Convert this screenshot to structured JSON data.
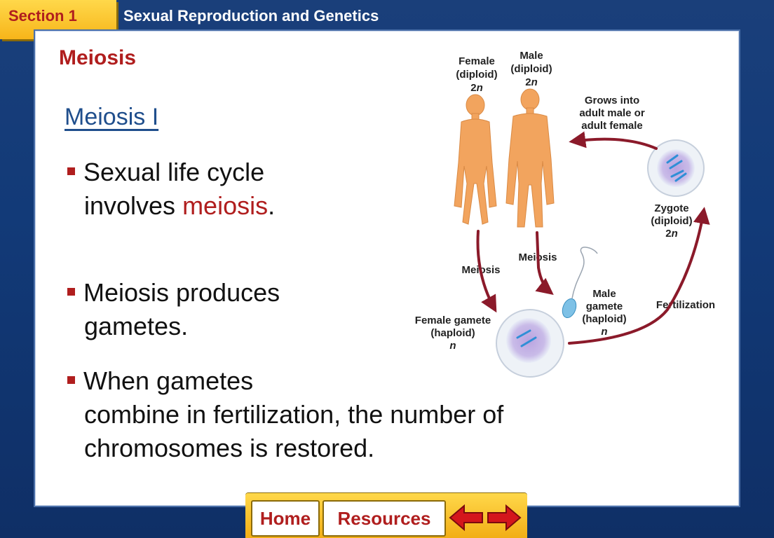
{
  "header": {
    "section_label": "Section 1",
    "chapter_title": "Sexual Reproduction and Genetics"
  },
  "slide": {
    "topic": "Meiosis",
    "subhead": "Meiosis I",
    "bullets": [
      {
        "line1_a": "Sexual life cycle",
        "line2_a": "involves ",
        "line2_highlight": "meiosis",
        "line2_b": "."
      },
      {
        "line1_a": "Meiosis produces",
        "line2_a": "gametes."
      },
      {
        "line1_a": "When gametes",
        "line2_a": "combine in fertilization, the number of",
        "line3_a": "chromosomes is restored."
      }
    ]
  },
  "diagram": {
    "female": {
      "title": "Female",
      "ploidy": "(diploid)",
      "n": "2",
      "n_italic": "n"
    },
    "male": {
      "title": "Male",
      "ploidy": "(diploid)",
      "n": "2",
      "n_italic": "n"
    },
    "grows": {
      "l1": "Grows into",
      "l2": "adult male or",
      "l3": "adult female"
    },
    "zygote": {
      "title": "Zygote",
      "ploidy": "(diploid)",
      "n": "2",
      "n_italic": "n"
    },
    "meiosis_left": "Meiosis",
    "meiosis_right": "Meiosis",
    "male_gamete": {
      "l1": "Male",
      "l2": "gamete",
      "l3": "(haploid)",
      "n_italic": "n"
    },
    "fertilization": "Fertilization",
    "female_gamete": {
      "l1": "Female gamete",
      "l2": "(haploid)",
      "n_italic": "n"
    },
    "colors": {
      "arrow": "#8b1a2a",
      "skin": "#f2a45e",
      "cell": "#c9b7e6"
    }
  },
  "nav": {
    "home_label": "Home",
    "resources_label": "Resources"
  },
  "colors": {
    "accent_red": "#b01e1e",
    "header_gold": "#f7b51a",
    "subhead_blue": "#1f4e8c"
  }
}
